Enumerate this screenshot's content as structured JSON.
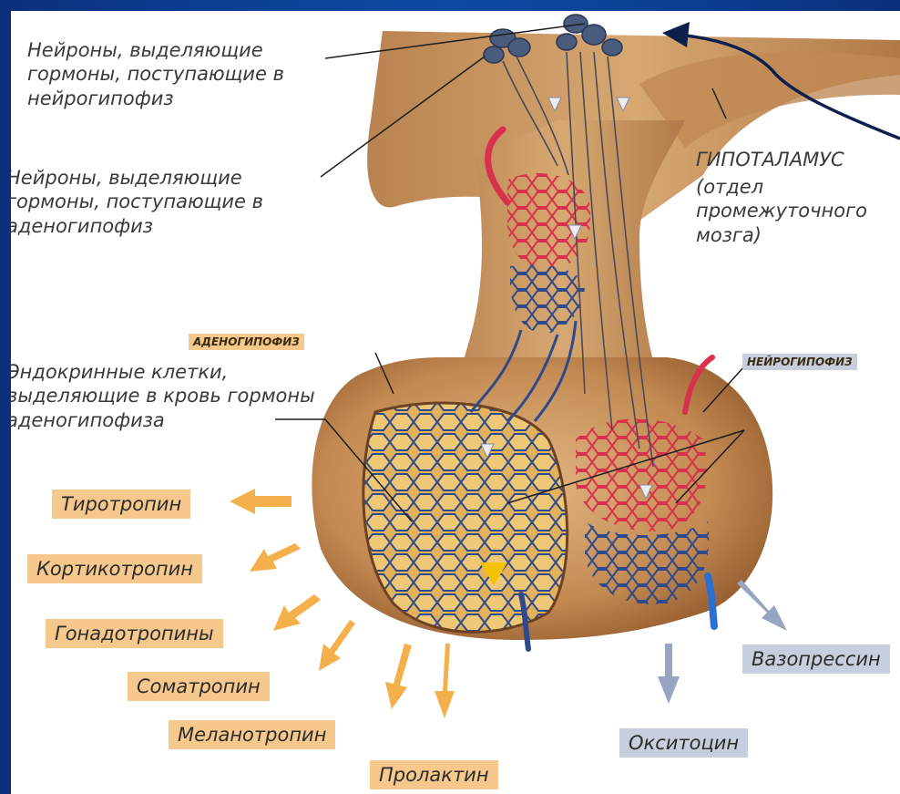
{
  "labels": {
    "neurons_neuro": "Нейроны, выделяющие гормоны, поступающие в нейрогипофиз",
    "neurons_adeno": "Нейроны, выделяющие гормоны, поступающие в аденогипофиз",
    "hypothalamus_title": "ГИПОТАЛАМУС",
    "hypothalamus_desc": "(отдел промежуточного мозга)",
    "adenohypophysis": "АДЕНОГИПОФИЗ",
    "neurohypophysis": "НЕЙРОГИПОФИЗ",
    "endocrine_cells": "Эндокринные клетки, выделяющие в кровь гормоны аденогипофиза"
  },
  "adeno_hormones": [
    "Тиротропин",
    "Кортикотропин",
    "Гонадотропины",
    "Соматропин",
    "Меланотропин",
    "Пролактин"
  ],
  "neuro_hormones": [
    "Вазопрессин",
    "Окситоцин"
  ],
  "colors": {
    "frame": "#0a3d8f",
    "tissue": "#c9935e",
    "artery": "#d8314b",
    "vein": "#2f4a8a",
    "orange_tag": "#f6c88c",
    "grey_tag": "#c7cedd",
    "orange_arrow": "#f4b04a",
    "grey_arrow": "#97a4c2"
  }
}
